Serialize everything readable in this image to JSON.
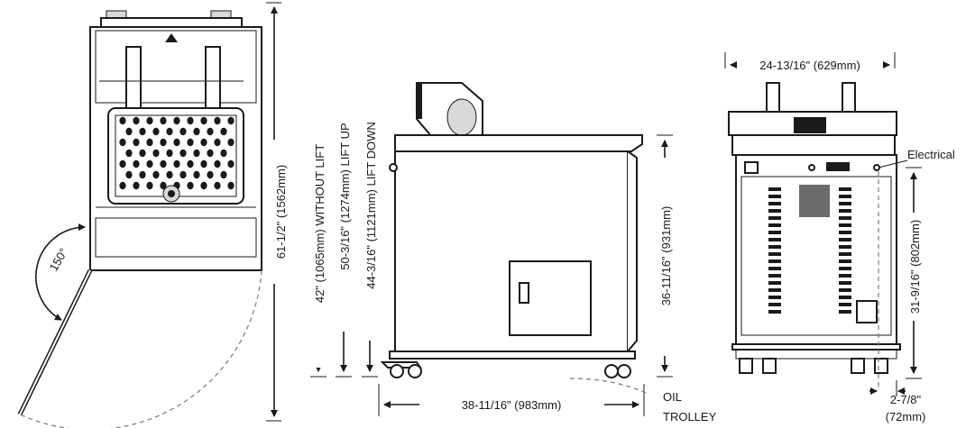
{
  "views": {
    "top": {
      "door_angle": "150°",
      "overall_depth": "61-1/2\" (1562mm)"
    },
    "side": {
      "height_without_lift": "42\" (1065mm) WITHOUT LIFT",
      "height_lift_up": "50-3/16\" (1274mm) LIFT UP",
      "height_lift_down": "44-3/16\" (1121mm) LIFT DOWN",
      "cook_height": "36-11/16\" (931mm)",
      "depth": "38-11/16\" (983mm)",
      "trolley_label_1": "OIL",
      "trolley_label_2": "TROLLEY"
    },
    "rear": {
      "width": "24-13/16\" (629mm)",
      "electrical_label": "Electrical",
      "electrical_height": "31-9/16\" (802mm)",
      "electrical_offset_1": "2-7/8\"",
      "electrical_offset_2": "(72mm)"
    }
  },
  "colors": {
    "line": "#1a1a1a",
    "dashed": "#7a7a7a",
    "fill": "#ffffff"
  }
}
